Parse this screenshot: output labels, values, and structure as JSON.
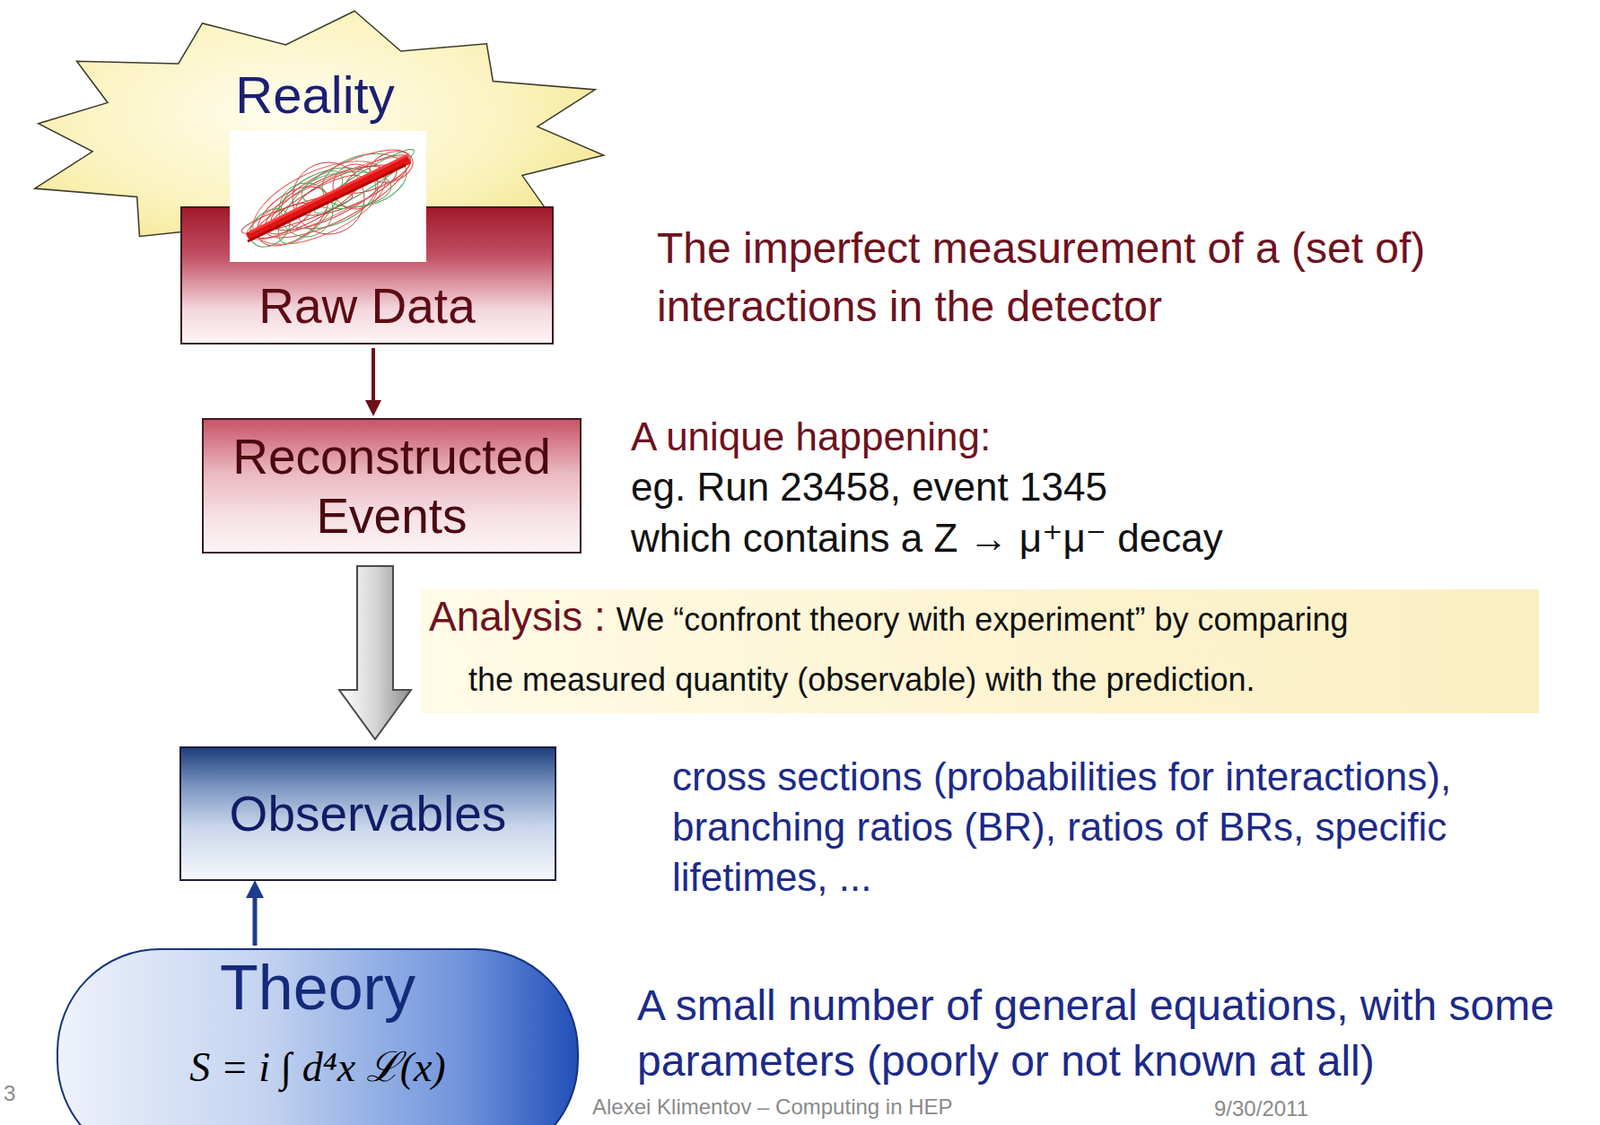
{
  "diagram": {
    "nodes": [
      {
        "text": [
          "Reality"
        ]
      },
      {
        "text": [
          "Raw Data"
        ]
      },
      {
        "text": [
          "Reconstructed Events"
        ]
      },
      {
        "text": [
          "Analysis :",
          "We “confront theory with experiment” by comparing the measured quantity (observable) with the prediction."
        ]
      },
      {
        "text": [
          "Observables"
        ]
      },
      {
        "text": [
          "Theory",
          "S = i ∫ d⁴x ℒ(x)"
        ]
      }
    ],
    "edges": [
      {
        "from": 1,
        "to": 2,
        "arrow": "to"
      },
      {
        "from": 2,
        "to": 4,
        "arrow": "to"
      },
      {
        "from": 5,
        "to": 4,
        "arrow": "to"
      }
    ],
    "labels": [
      "The imperfect measurement of a (set of) interactions in the detector",
      "A unique happening:",
      "eg. Run 23458, event 1345",
      "which contains a Z → μ⁺μ⁻ decay",
      "cross sections (probabilities for interactions), branching ratios (BR), ratios of BRs, specific lifetimes, ...",
      "A small number of general equations, with some parameters (poorly or not known at all)",
      "Alexei Klimentov – Computing in HEP",
      "9/30/2011",
      "3"
    ]
  }
}
